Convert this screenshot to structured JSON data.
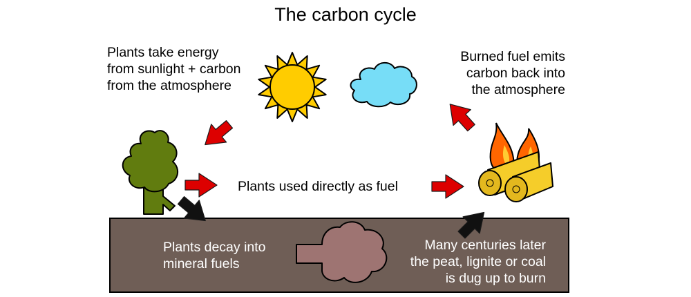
{
  "title": "The carbon cycle",
  "labels": {
    "sunlight": [
      "Plants take energy",
      "from sunlight + carbon",
      "from the atmosphere"
    ],
    "burned": [
      "Burned fuel emits",
      "carbon back into",
      "the atmosphere"
    ],
    "direct": "Plants used directly as fuel",
    "decay": [
      "Plants decay into",
      "mineral fuels"
    ],
    "centuries": [
      "Many centuries later",
      "the peat, lignite or coal",
      "is dug up to burn"
    ]
  },
  "colors": {
    "sun": "#ffcc00",
    "cloud": "#77ddf7",
    "tree": "#617c0f",
    "ground": "#6f5e56",
    "deposit": "#9e7472",
    "arrow_atmospheric": "#dd0000",
    "arrow_underground": "#111111",
    "flame": "#ff6600",
    "log": "#f5cd2a"
  },
  "icons": [
    "sun-icon",
    "cloud-icon",
    "tree-icon",
    "fire-logs-icon",
    "fossil-deposit-icon"
  ]
}
